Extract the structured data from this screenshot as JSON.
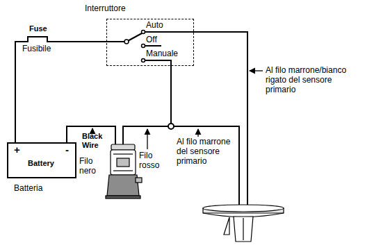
{
  "diagram": {
    "nodes": [
      {
        "text": [
          "Interruttore",
          "Auto",
          "Off",
          "Manuale"
        ]
      },
      {
        "text": [
          "+",
          "-",
          "Battery",
          "Batteria"
        ]
      }
    ],
    "edges": [
      {
        "from": 1,
        "to": 0,
        "arrow": "none"
      }
    ],
    "labels": [
      "Fuse",
      "Fusibile",
      "Black Wire",
      "Filo nero",
      "Filo rosso",
      "Al filo marrone del sensore primario",
      "Al filo marrone/bianco rigato del sensore primario"
    ]
  }
}
